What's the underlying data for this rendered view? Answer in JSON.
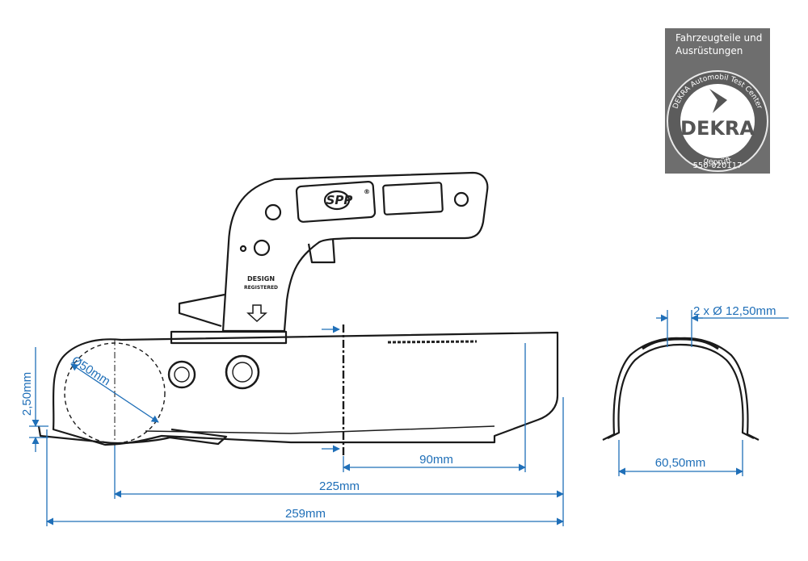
{
  "dimensions": {
    "total_length": "259mm",
    "body_length": "225mm",
    "neck_length": "90mm",
    "ball_diameter": "Ø50mm",
    "plate_thickness": "2,50mm",
    "hole_spec": "2 x Ø 12,50mm",
    "width": "60,50mm"
  },
  "coupling": {
    "brand_logo": "SPP",
    "registered_mark": "®",
    "stamp_line1": "DESIGN",
    "stamp_line2": "REGISTERED"
  },
  "badge": {
    "header_line1": "Fahrzeugteile und",
    "header_line2": "Ausrüstungen",
    "ring_text_top": "DEKRA Automobil Test Center",
    "brand": "DEKRA",
    "ring_text_bottom1": "geprüft",
    "ring_text_bottom2": "550-020117"
  },
  "colors": {
    "line": "#1a1a1a",
    "dimension": "#1f6fb8",
    "badge_bg": "#6e6e6e",
    "badge_circle": "#5a5a5a"
  }
}
